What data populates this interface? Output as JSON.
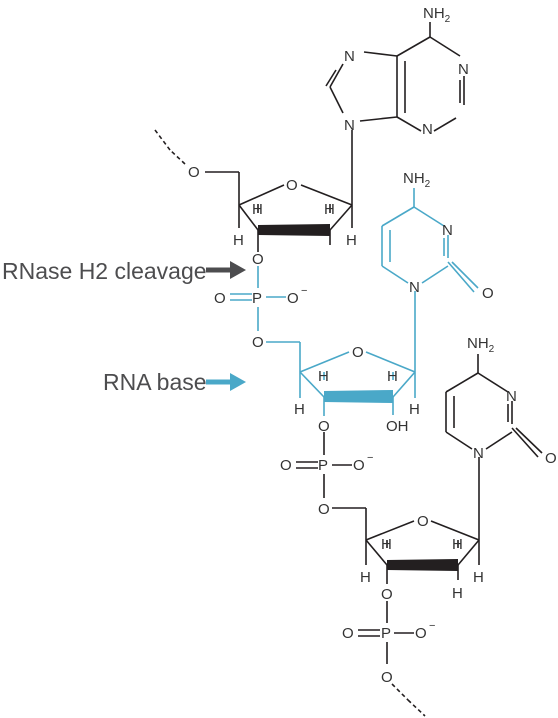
{
  "callouts": {
    "rnase_h2_label": "RNase H2 cleavage",
    "rna_base_label": "RNA base"
  },
  "atoms": {
    "N": "N",
    "O": "O",
    "P": "P",
    "H": "H",
    "NH": "NH",
    "NH_sub": "2",
    "OH": "OH",
    "charge": "−"
  },
  "colors": {
    "dna": "#231f20",
    "rna": "#4aa8c8",
    "dark_arrow": "#4d4d4f",
    "text": "#333333"
  }
}
